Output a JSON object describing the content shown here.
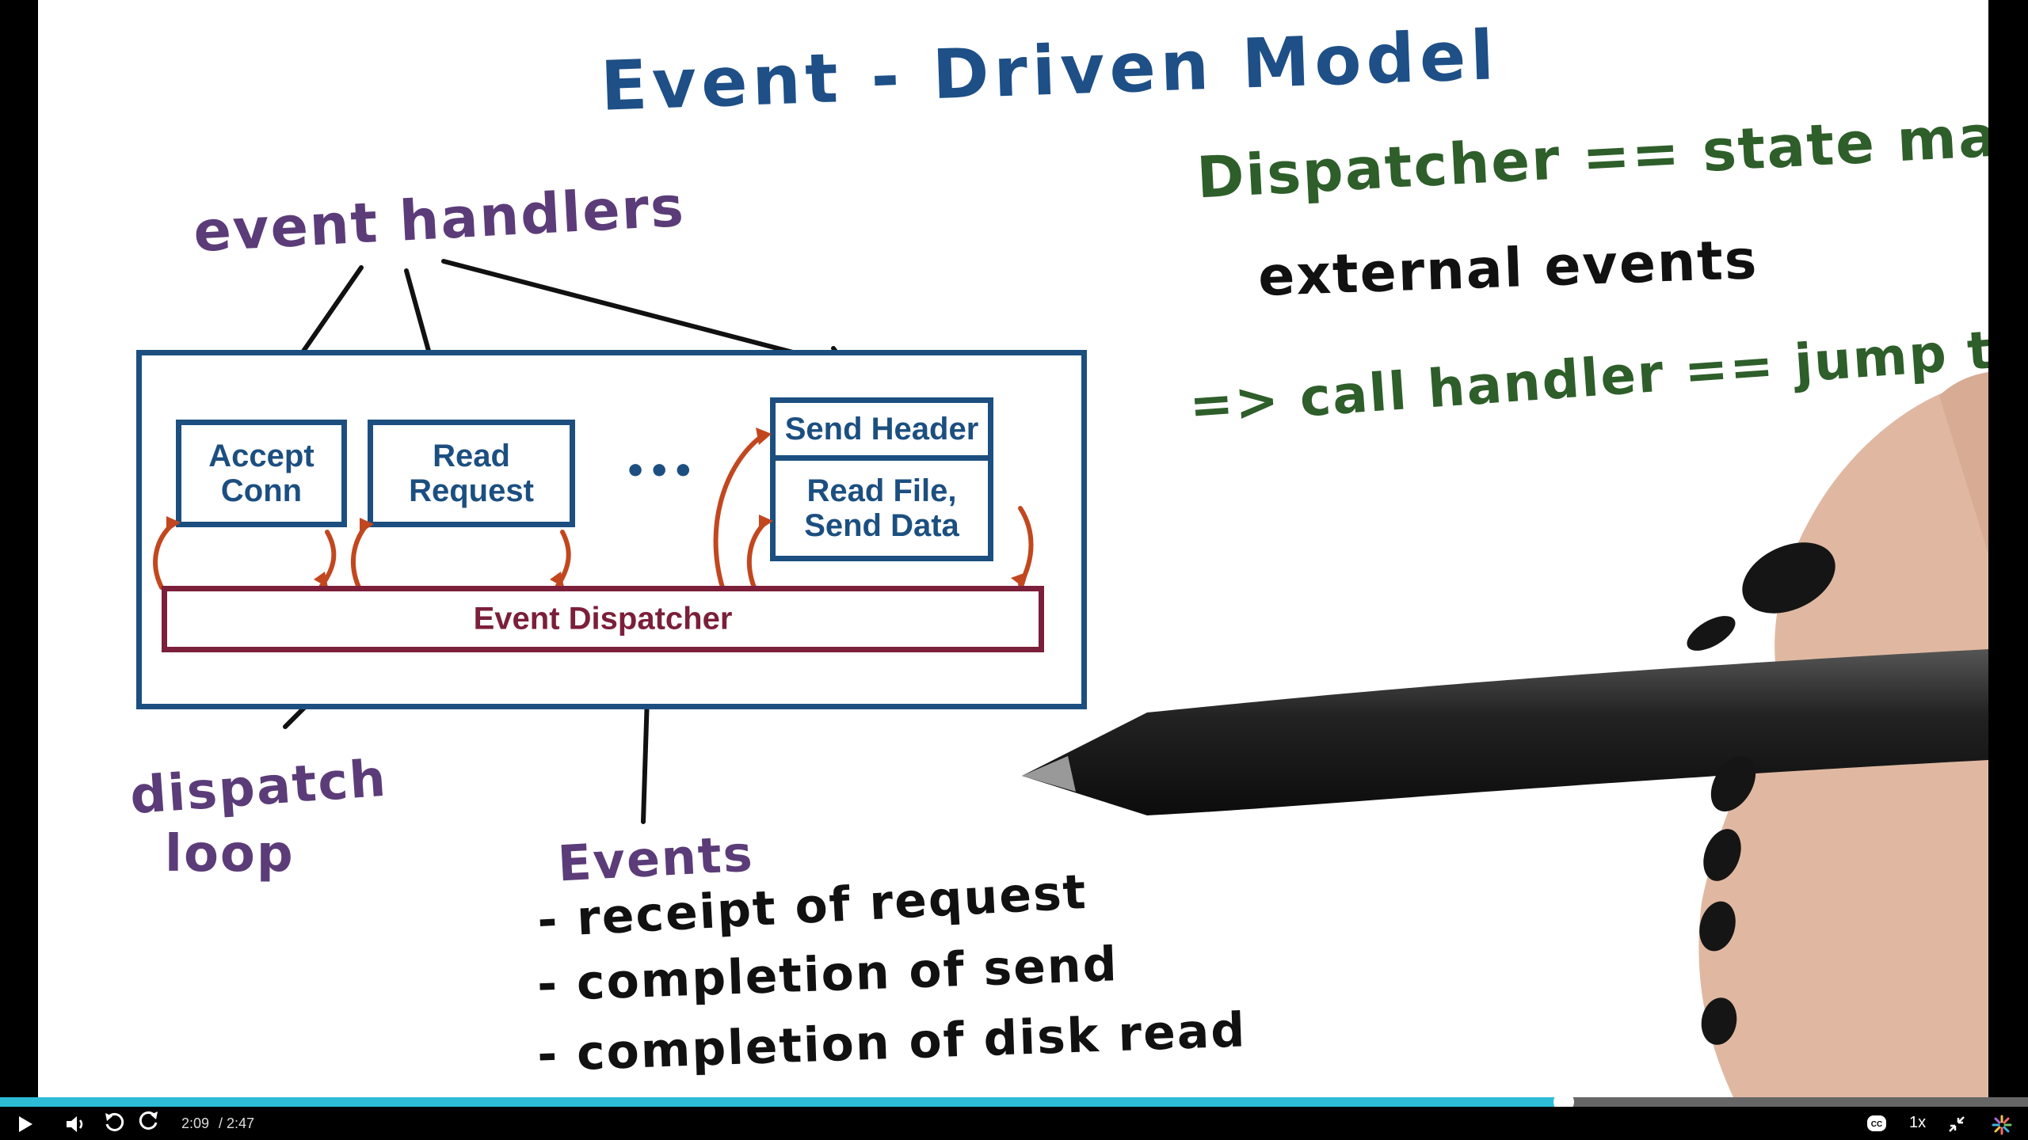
{
  "slide": {
    "title": "Event - Driven Model",
    "event_handlers_label": "event handlers",
    "dispatch_loop_label_1": "dispatch",
    "dispatch_loop_label_2": "loop",
    "events_label": "Events",
    "events_items": [
      "- receipt of request",
      "- completion of send",
      "- completion of disk read"
    ],
    "dispatcher_line": "Dispatcher == state machine",
    "external_events": "external events",
    "call_handler": "=> call handler == jump to code",
    "diagram": {
      "accept_conn": [
        "Accept",
        "Conn"
      ],
      "read_request": [
        "Read",
        "Request"
      ],
      "ellipsis": "•••",
      "send_header": "Send Header",
      "read_file": [
        "Read File,",
        "Send Data"
      ],
      "event_dispatcher": "Event Dispatcher"
    }
  },
  "player": {
    "current_time": "2:09",
    "total_time": "/ 2:47",
    "speed": "1x",
    "progress_fraction": 0.771,
    "accent_color": "#2cbcd6",
    "icons": [
      "play-icon",
      "volume-icon",
      "rewind-icon",
      "forward-icon",
      "captions-icon",
      "exit-fullscreen-icon",
      "logo-icon"
    ]
  }
}
